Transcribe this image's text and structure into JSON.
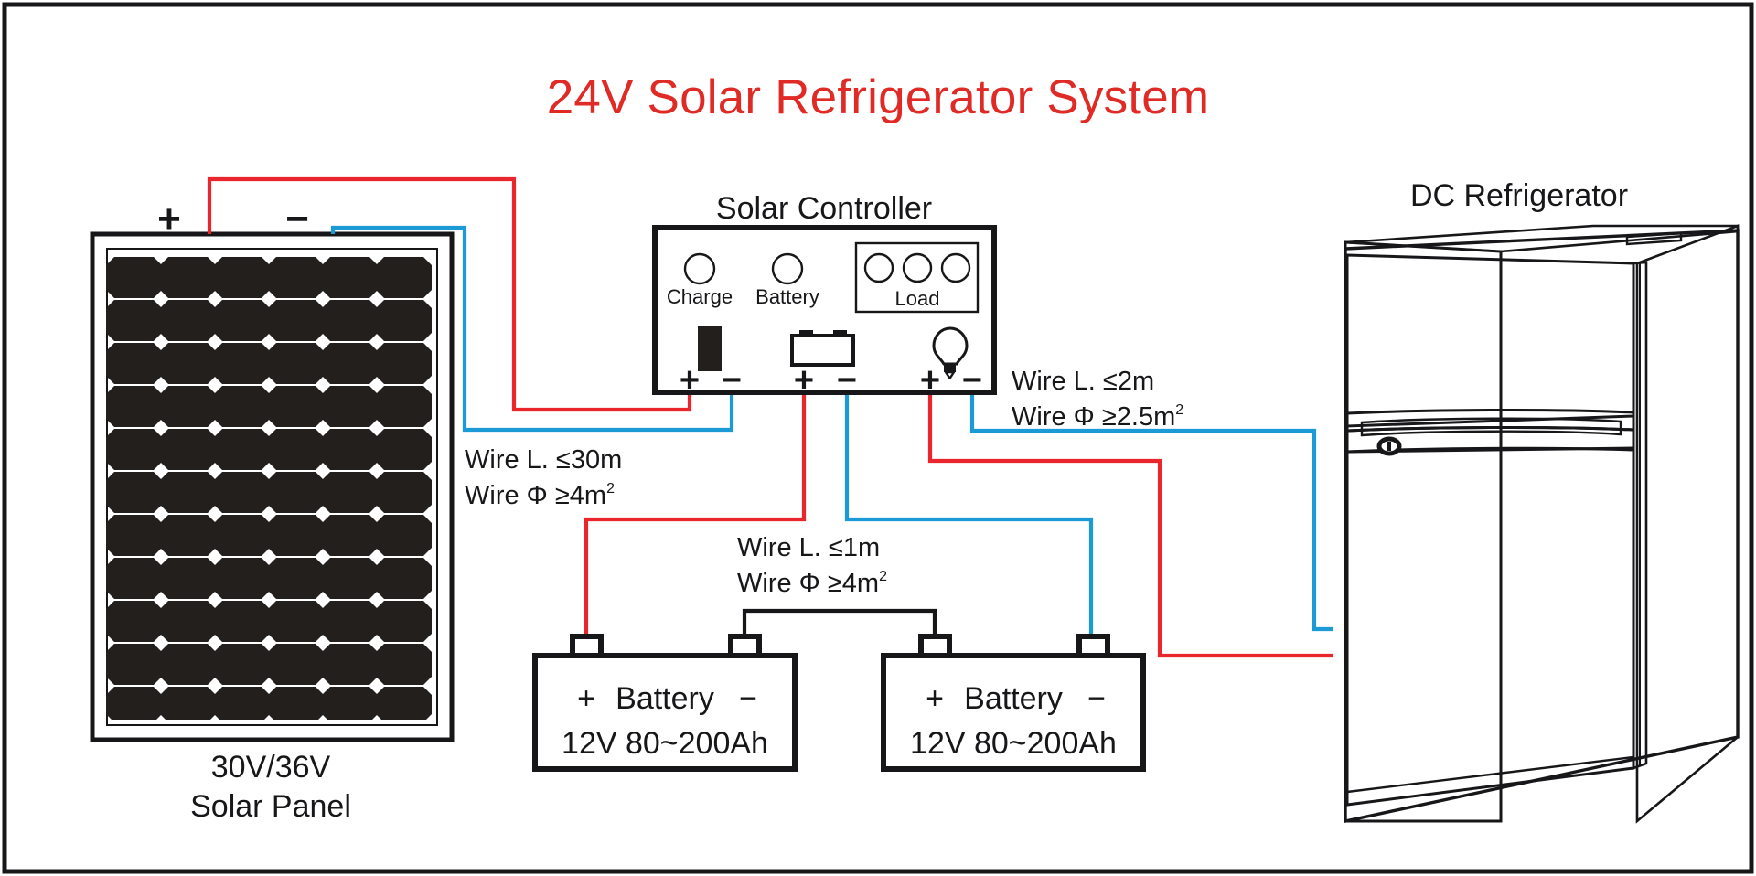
{
  "page": {
    "title": "24V Solar Refrigerator System",
    "background_color": "#ffffff",
    "border_color": "#17171a"
  },
  "colors": {
    "title_red": "#e02a26",
    "wire_positive_red": "#e8262b",
    "wire_negative_blue": "#1c9ad6",
    "line_black": "#17171a",
    "cell_dark": "#231f1d"
  },
  "solar_panel": {
    "plus_label": "+",
    "minus_label": "−",
    "caption_line1": "30V/36V",
    "caption_line2": "Solar Panel",
    "cell_columns": 6,
    "cell_rows": 11
  },
  "controller": {
    "title": "Solar Controller",
    "leds": [
      {
        "label": "Charge"
      },
      {
        "label": "Battery"
      }
    ],
    "load_group": {
      "label": "Load",
      "led_count": 3
    },
    "terminals": [
      {
        "icon": "solar-panel-icon",
        "plus": "+",
        "minus": "−"
      },
      {
        "icon": "battery-icon",
        "plus": "+",
        "minus": "−"
      },
      {
        "icon": "light-bulb-icon",
        "plus": "+",
        "minus": "−"
      }
    ]
  },
  "refrigerator": {
    "title": "DC Refrigerator"
  },
  "batteries": [
    {
      "plus": "+",
      "name": "Battery",
      "minus": "−",
      "spec": "12V 80~200Ah"
    },
    {
      "plus": "+",
      "name": "Battery",
      "minus": "−",
      "spec": "12V 80~200Ah"
    }
  ],
  "wire_specs": [
    {
      "id": "panel-to-controller",
      "length_line": "Wire L. ≤30m",
      "gauge_line": "Wire Φ ≥4m",
      "gauge_sup": "2"
    },
    {
      "id": "controller-to-battery",
      "length_line": "Wire L. ≤1m",
      "gauge_line": "Wire Φ ≥4m",
      "gauge_sup": "2"
    },
    {
      "id": "controller-to-load",
      "length_line": "Wire L. ≤2m",
      "gauge_line": "Wire Φ ≥2.5m",
      "gauge_sup": "2"
    }
  ]
}
